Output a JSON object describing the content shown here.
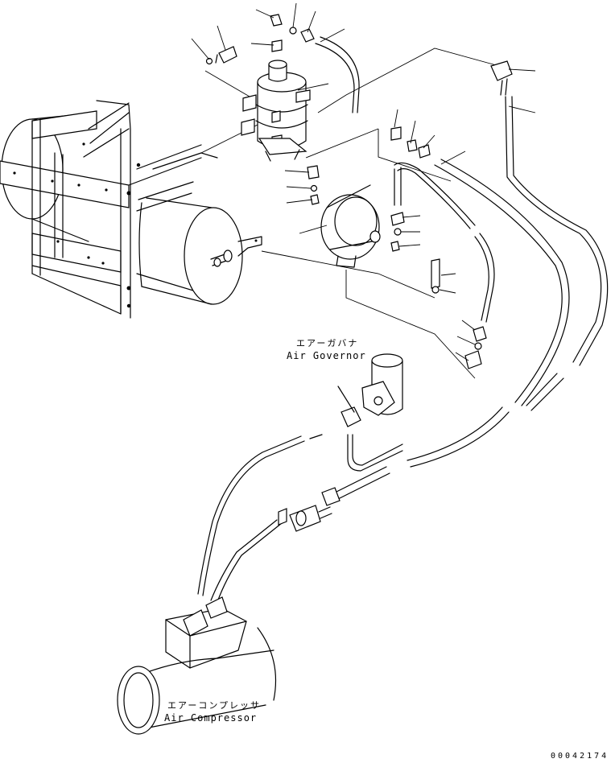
{
  "labels": {
    "governor_jp": "エアーガバナ",
    "governor_en": "Air Governor",
    "compressor_jp": "エアーコンプレッサ",
    "compressor_en": "Air Compressor"
  },
  "drawing_code": "00042174"
}
